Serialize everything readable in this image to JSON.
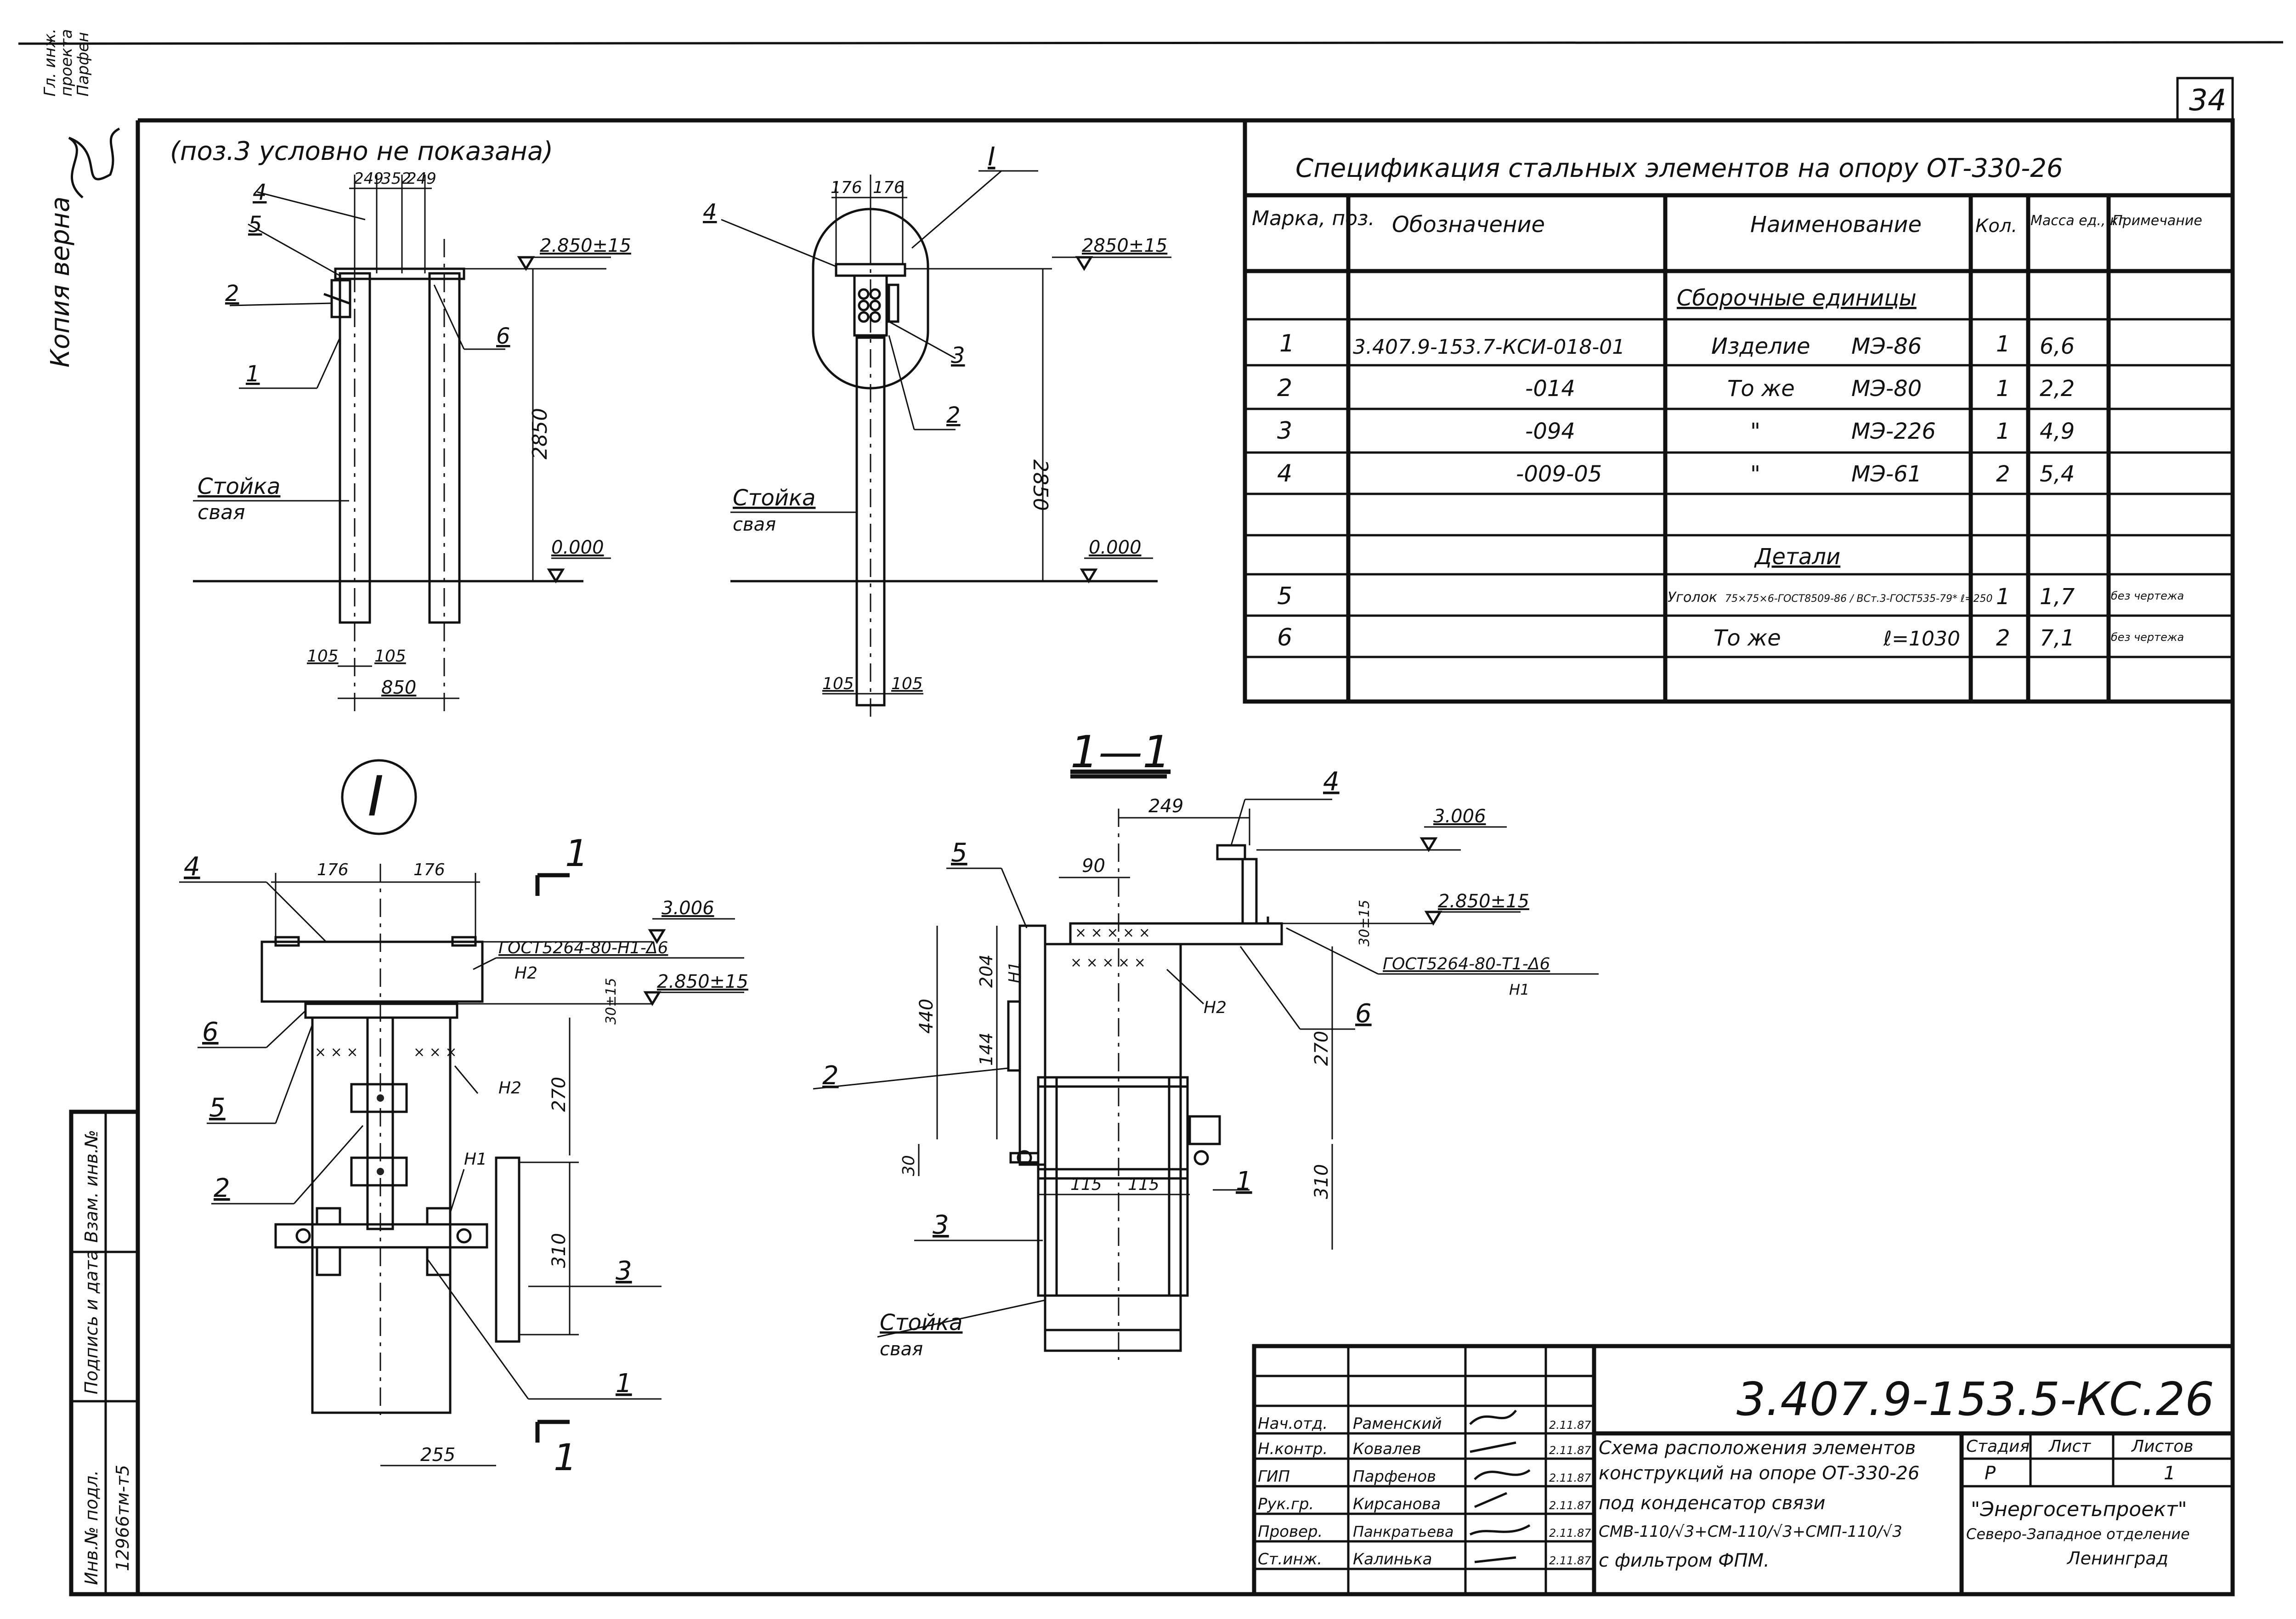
{
  "sheet_number": "34",
  "top_left_stamp": {
    "lines": [
      "Гл. инж.",
      "проекта",
      "Парфен"
    ]
  },
  "copy_true": "Копия верна",
  "note": "(поз.3 условно не показана)",
  "spec": {
    "title": "Спецификация стальных элементов на опору ОТ-330-26",
    "headers": {
      "mark": "Марка, поз.",
      "designation": "Обозначение",
      "name": "Наименование",
      "qty": "Кол.",
      "mass": "Масса ед., кг",
      "note": "Примечание"
    },
    "section_assembly": "Сборочные единицы",
    "section_details": "Детали",
    "rows": [
      {
        "pos": "1",
        "designation": "3.407.9-153.7-КСИ-018-01",
        "name_a": "Изделие",
        "name_b": "МЭ-86",
        "qty": "1",
        "mass": "6,6",
        "note": ""
      },
      {
        "pos": "2",
        "designation": "-014",
        "name_a": "То же",
        "name_b": "МЭ-80",
        "qty": "1",
        "mass": "2,2",
        "note": ""
      },
      {
        "pos": "3",
        "designation": "-094",
        "name_a": "\"",
        "name_b": "МЭ-226",
        "qty": "1",
        "mass": "4,9",
        "note": ""
      },
      {
        "pos": "4",
        "designation": "-009-05",
        "name_a": "\"",
        "name_b": "МЭ-61",
        "qty": "2",
        "mass": "5,4",
        "note": ""
      },
      {
        "pos": "5",
        "designation": "",
        "name_a": "Уголок",
        "name_b": "75×75×6-ГОСТ8509-86 / ВСт.3-ГОСТ535-79*  ℓ=250",
        "qty": "1",
        "mass": "1,7",
        "note": "без чертежа"
      },
      {
        "pos": "6",
        "designation": "",
        "name_a": "То же",
        "name_b": "ℓ=1030",
        "qty": "2",
        "mass": "7,1",
        "note": "без чертежа"
      }
    ]
  },
  "view1": {
    "dims": [
      "249",
      "352",
      "249",
      "2.850±15",
      "2850",
      "0.000",
      "105",
      "105",
      "850"
    ],
    "labels": [
      "4",
      "5",
      "2",
      "1",
      "6"
    ],
    "pile": [
      "Стойка",
      "свая"
    ]
  },
  "view2": {
    "dims": [
      "176",
      "176",
      "2850±15",
      "2850",
      "0.000",
      "105",
      "105"
    ],
    "labels": [
      "4",
      "3",
      "2",
      "I"
    ],
    "pile": [
      "Стойка",
      "свая"
    ]
  },
  "detailI": {
    "marker": "I",
    "dims": [
      "176",
      "176",
      "3.006",
      "2.850±15",
      "30±15",
      "270",
      "310",
      "255"
    ],
    "labels": [
      "4",
      "6",
      "5",
      "2",
      "3",
      "1",
      "1"
    ],
    "welds": [
      "ГОСТ5264-80-Н1-Δ6",
      "Н2",
      "Н2",
      "Н1"
    ]
  },
  "section11": {
    "title": "1—1",
    "dims": [
      "249",
      "90",
      "3.006",
      "2.850±15",
      "30±15",
      "204",
      "144",
      "440",
      "270",
      "310",
      "30",
      "115",
      "115"
    ],
    "labels": [
      "4",
      "5",
      "2",
      "3",
      "6",
      "1"
    ],
    "welds": [
      "ГОСТ5264-80-Т1-Δ6",
      "Н1",
      "Н1",
      "Н2"
    ],
    "pile": [
      "Стойка",
      "свая"
    ]
  },
  "side_stamp": {
    "col1": "Инв.№ подл.",
    "col2": "Подпись и дата",
    "col3": "Взам. инв.№",
    "inv": "12966тм-т5"
  },
  "title_block": {
    "code": "3.407.9-153.5-КС.26",
    "people": [
      {
        "role": "Нач.отд.",
        "name": "Раменский",
        "date": "2.11.87"
      },
      {
        "role": "Н.контр.",
        "name": "Ковалев",
        "date": "2.11.87"
      },
      {
        "role": "ГИП",
        "name": "Парфенов",
        "date": "2.11.87"
      },
      {
        "role": "Рук.гр.",
        "name": "Кирсанова",
        "date": "2.11.87"
      },
      {
        "role": "Провер.",
        "name": "Панкратьева",
        "date": "2.11.87"
      },
      {
        "role": "Ст.инж.",
        "name": "Калинька",
        "date": "2.11.87"
      }
    ],
    "description": [
      "Схема расположения элементов",
      "конструкций на опоре ОТ-330-26",
      "под конденсатор связи",
      "СМВ-110/√3+СМ-110/√3+СМП-110/√3",
      "с фильтром ФПМ."
    ],
    "stage_label": "Стадия",
    "sheet_label": "Лист",
    "sheets_label": "Листов",
    "stage": "Р",
    "sheets": "1",
    "org1": "\"Энергосетьпроект\"",
    "org2": "Северо-Западное отделение",
    "org3": "Ленинград"
  }
}
